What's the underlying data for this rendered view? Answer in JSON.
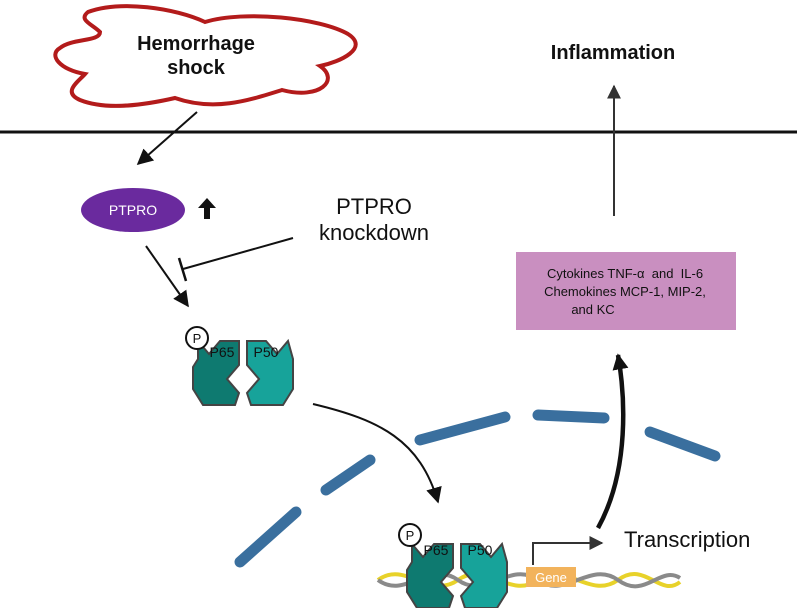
{
  "stimulus": {
    "line1": "Hemorrhage",
    "line2": "shock"
  },
  "outcome": "Inflammation",
  "ptpro_label": "PTPRO",
  "knockdown": {
    "line1": "PTPRO",
    "line2": "knockdown"
  },
  "complex": {
    "phospho": "P",
    "sub1": "P65",
    "sub2": "P50"
  },
  "cytokine_box": {
    "line1": "Cytokines TNF-α  and  IL-6",
    "line2": "Chemokines MCP-1, MIP-2,",
    "line3": "and KC"
  },
  "gene_label": "Gene",
  "transcription_label": "Transcription",
  "colors": {
    "cloud_outline": "#b31b1b",
    "ptpro_fill": "#6a2a9e",
    "p65_fill": "#0e7a70",
    "p50_fill": "#17a39a",
    "nucleus_dash": "#3a6f9e",
    "cytokine_box": "#c98fc0",
    "gene_box": "#f2b35c",
    "dna_yellow": "#e8d22a",
    "dna_grey": "#8a8a8a"
  }
}
